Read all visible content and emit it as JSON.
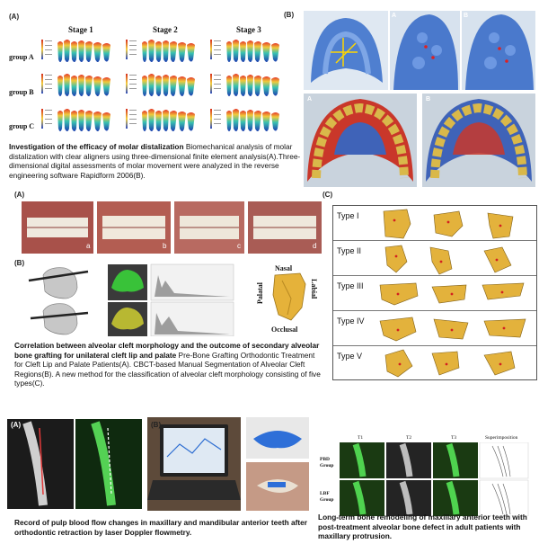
{
  "section1": {
    "panel_a_label": "(A)",
    "panel_b_label": "(B)",
    "stages": [
      "Stage 1",
      "Stage 2",
      "Stage 3"
    ],
    "groups": [
      "group A",
      "group B",
      "group C"
    ],
    "inset_labels": [
      "A",
      "B",
      "A",
      "B"
    ],
    "caption_bold": "Investigation of the efficacy of molar distalization",
    "caption_text": " Biomechanical analysis of molar distalization with clear aligners using three-dimensional finite element analysis(A).Three-dimensional digital assessments of molar movement were analyzed in the reverse engineering software Rapidform 2006(B)."
  },
  "section2": {
    "panel_a_label": "(A)",
    "panel_b_label": "(B)",
    "panel_c_label": "(C)",
    "photo_letters": [
      "a",
      "b",
      "c",
      "d"
    ],
    "orientation_labels": {
      "top": "Nasal",
      "left": "Palatal",
      "right": "Labial",
      "bottom": "Occlusal"
    },
    "types": [
      "Type I",
      "Type II",
      "Type III",
      "Type IV",
      "Type V"
    ],
    "caption_bold": "Correlation between alveolar cleft morphology and the outcome of secondary alveolar bone grafting for unilateral cleft lip and palate",
    "caption_text": " Pre-Bone Grafting Orthodontic Treatment for Cleft Lip and Palate Patients(A). CBCT-based Manual Segmentation of Alveolar Cleft Regions(B). A new method for the classification of alveolar cleft morphology consisting of five types(C)."
  },
  "section3": {
    "panel_a_label": "(A)",
    "panel_b_label": "(B)",
    "caption_bold": "Record of pulp blood flow changes in maxillary and mandibular anterior teeth after orthodontic retraction by laser Doppler flowmetry."
  },
  "section4": {
    "columns": [
      "T1",
      "T2",
      "T3",
      "Superimposition"
    ],
    "rows": [
      "PBD\nGroup",
      "LBF\nGroup"
    ],
    "caption_bold": "Long-term bone remodeling of maxillary anterior teeth with post-treatment alveolar bone defect in adult patients with maxillary protrusion."
  }
}
